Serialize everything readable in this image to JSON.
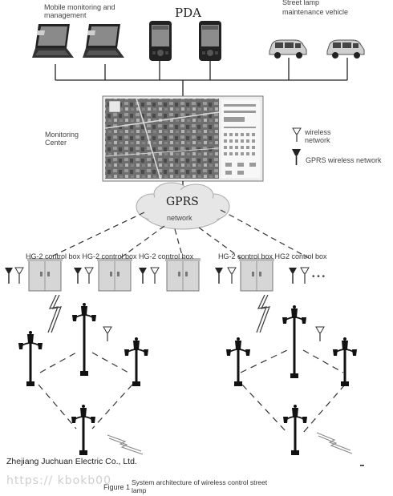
{
  "labels": {
    "mobile_monitoring": "Mobile monitoring and management",
    "pda": "PDA",
    "vehicle": "Street lamp maintenance vehicle",
    "monitoring_center": "Monitoring Center",
    "wireless_network": "wireless network",
    "gprs_wireless_network": "GPRS wireless network",
    "gprs_title": "GPRS",
    "gprs_sub": "network",
    "control_boxes_left": "HG-2 control box HG-2 control box HG-2 control box",
    "control_boxes_right": "HG-2 control box HG2 control box",
    "ellipsis": "• • •"
  },
  "footer": {
    "company": "Zhejiang Juchuan Electric Co., Ltd.",
    "watermark": "https:// kbokb00",
    "figure_number": "Figure 1",
    "caption": "System architecture of wireless control street lamp"
  },
  "icons": {
    "laptop": "laptop-icon",
    "pda": "pda-icon",
    "vehicle": "suv-icon",
    "antenna": "antenna-icon",
    "control_box": "control-cabinet-icon",
    "lamp": "street-lamp-icon",
    "signal": "lightning-signal-icon"
  }
}
